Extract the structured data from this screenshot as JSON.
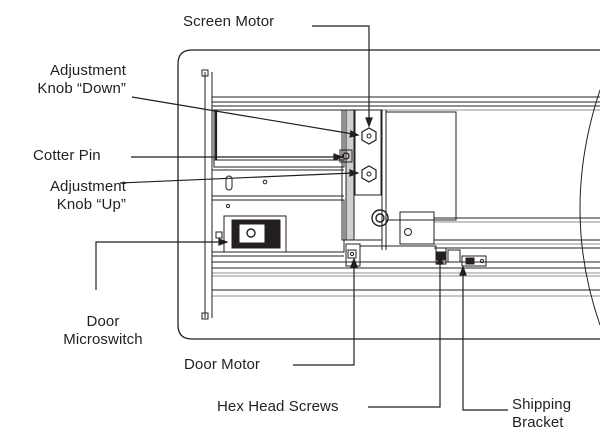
{
  "colors": {
    "ink": "#231f20",
    "background": "#ffffff",
    "shade": "#cfcfcf"
  },
  "callouts": {
    "screen_motor": "Screen Motor",
    "adjust_down": {
      "line1": "Adjustment",
      "line2": "Knob “Down”"
    },
    "cotter_pin": "Cotter Pin",
    "adjust_up": {
      "line1": "Adjustment",
      "line2": "Knob “Up”"
    },
    "door_microswitch": {
      "line1": "Door",
      "line2": "Microswitch"
    },
    "door_motor": "Door Motor",
    "hex_head_screws": "Hex Head Screws",
    "shipping_bracket": {
      "line1": "Shipping",
      "line2": "Bracket"
    }
  }
}
